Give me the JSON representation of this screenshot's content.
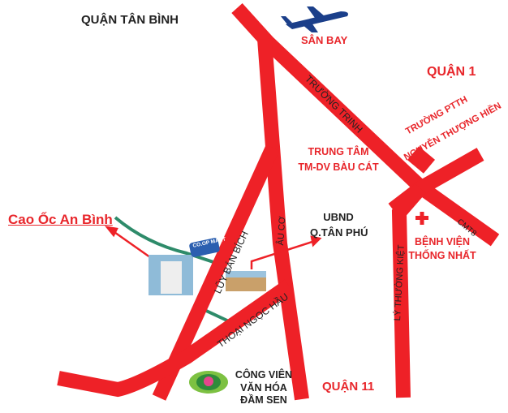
{
  "colors": {
    "road": "#ee2127",
    "label_red": "#e8262b",
    "green_line": "#2e8b6a",
    "text_dark": "#222222"
  },
  "districts": {
    "tan_binh": "QUẬN TÂN BÌNH",
    "quan1": "QUẬN 1",
    "quan11": "QUẬN 11"
  },
  "landmarks": {
    "airport": "SÂN BAY",
    "school_line1": "TRƯỜNG PTTH",
    "school_line2": "NGUYỄN THƯỢNG HIỀN",
    "mall_line1": "TRUNG TÂM",
    "mall_line2": "TM-DV BÀU CÁT",
    "ubnd_line1": "UBND",
    "ubnd_line2": "Q.TÂN PHÚ",
    "hospital_line1": "BỆNH VIỆN",
    "hospital_line2": "THỐNG NHẤT",
    "park_line1": "CÔNG VIÊN",
    "park_line2": "VĂN HÓA",
    "park_line3": "ĐẦM SEN",
    "coop": "CO.OP MART",
    "project": "Cao Ốc An Bình"
  },
  "roads": {
    "truong_trinh": "TRƯỜNG TRINH",
    "cmt8": "CMT8",
    "au_co": "ÂU CƠ",
    "luy_ban_bich": "LŨY BÁN BÍCH",
    "thoai_ngoc_hau": "THOẠI NGỌC HẦU",
    "ly_thuong_kiet": "LÝ THƯỜNG KIỆT"
  }
}
